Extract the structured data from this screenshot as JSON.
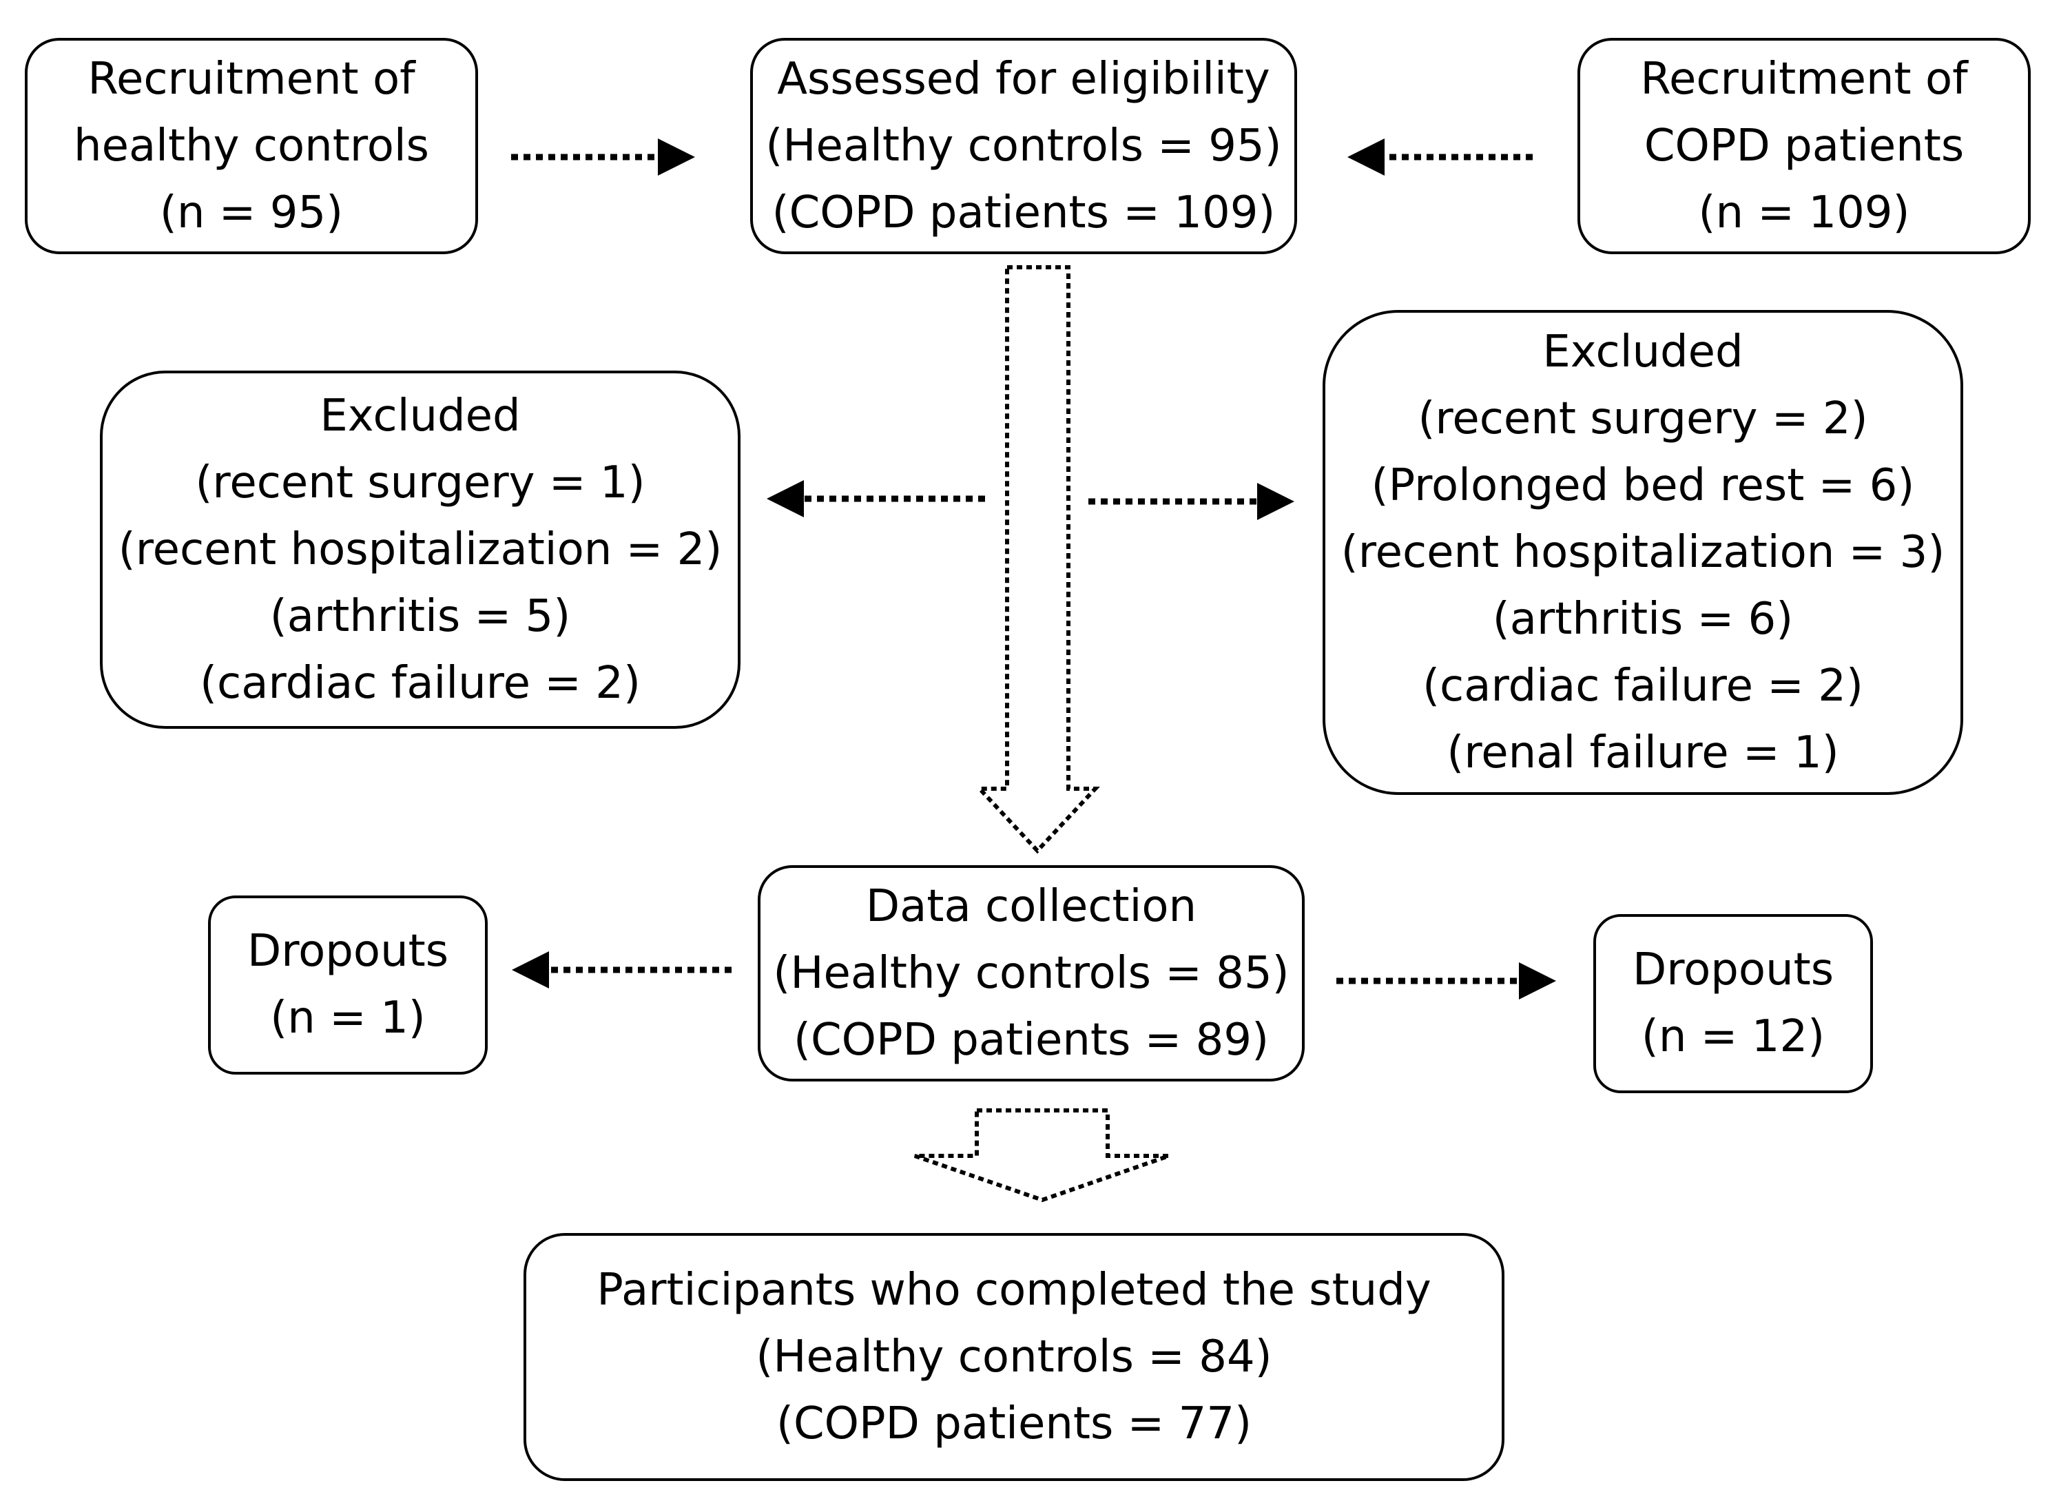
{
  "boxes": {
    "recruit_healthy": [
      "Recruitment of",
      "healthy controls",
      "(n = 95)"
    ],
    "eligibility": [
      "Assessed for eligibility",
      "(Healthy controls = 95)",
      "(COPD patients = 109)"
    ],
    "recruit_copd": [
      "Recruitment of",
      "COPD patients",
      "(n = 109)"
    ],
    "excluded_healthy": [
      "Excluded",
      "(recent surgery = 1)",
      "(recent hospitalization = 2)",
      "(arthritis = 5)",
      "(cardiac failure = 2)"
    ],
    "excluded_copd": [
      "Excluded",
      "(recent surgery = 2)",
      "(Prolonged bed rest = 6)",
      "(recent hospitalization = 3)",
      "(arthritis = 6)",
      "(cardiac failure = 2)",
      "(renal failure = 1)"
    ],
    "dropouts_healthy": [
      "Dropouts",
      "(n = 1)"
    ],
    "data_collection": [
      "Data collection",
      "(Healthy controls = 85)",
      "(COPD patients = 89)"
    ],
    "dropouts_copd": [
      "Dropouts",
      "(n = 12)"
    ],
    "completed": [
      "Participants who completed the study",
      "(Healthy controls = 84)",
      "(COPD patients = 77)"
    ]
  }
}
